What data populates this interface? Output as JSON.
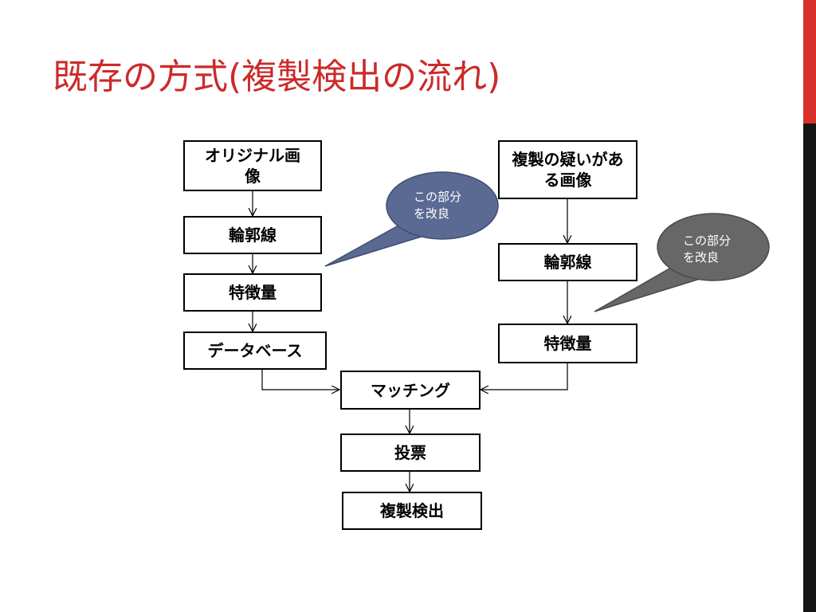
{
  "slide": {
    "title": "既存の方式(複製検出の流れ)",
    "accent_colors": {
      "top": "#d9302c",
      "bottom": "#151515"
    },
    "title_color": "#cc2a2a"
  },
  "diagram": {
    "left_column": {
      "original_image": "オリジナル画像",
      "contour": "輪郭線",
      "feature": "特徴量",
      "database": "データベース"
    },
    "right_column": {
      "suspect_image": "複製の疑いがある画像",
      "contour": "輪郭線",
      "feature": "特徴量"
    },
    "center_column": {
      "matching": "マッチング",
      "voting": "投票",
      "detection": "複製検出"
    },
    "callouts": [
      {
        "text_line1": "この部分",
        "text_line2": "を改良",
        "color": "#5b6a92"
      },
      {
        "text_line1": "この部分",
        "text_line2": "を改良",
        "color": "#676767"
      }
    ]
  }
}
